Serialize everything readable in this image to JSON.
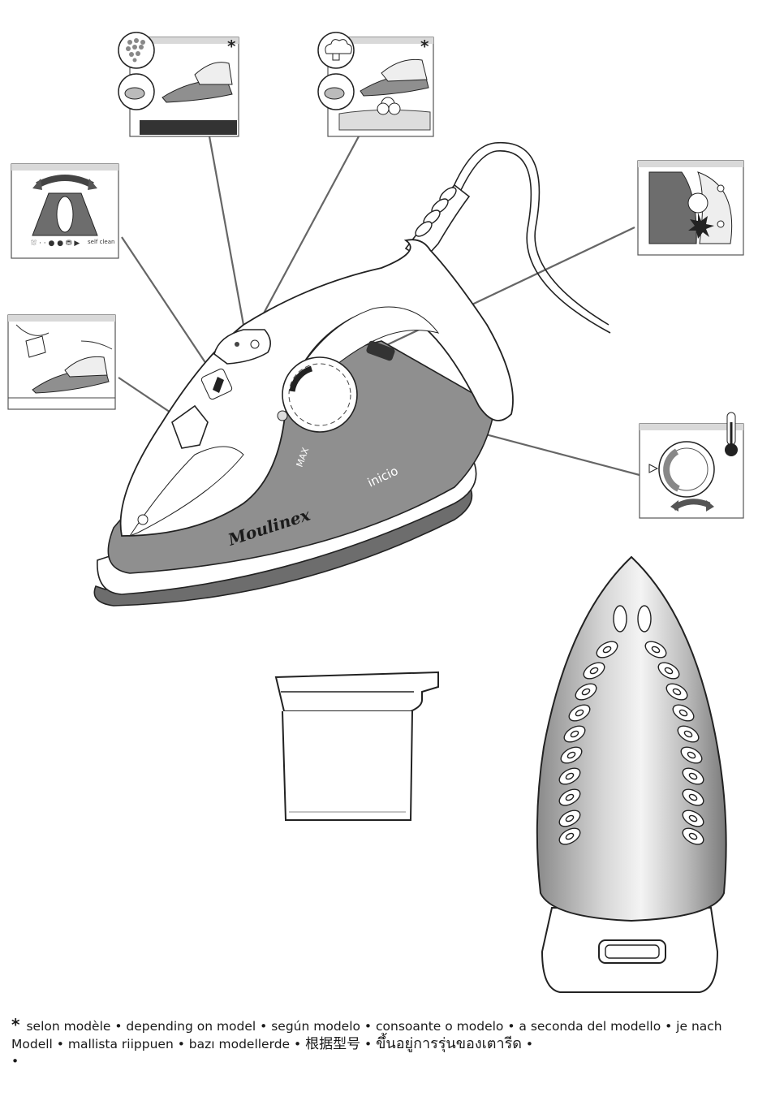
{
  "iron": {
    "brand": "Moulinex",
    "max_label": "MAX",
    "model_label": "inicio"
  },
  "panels": {
    "spray_marker": "*",
    "steam_marker": "*",
    "steam_selector_label": "self clean"
  },
  "footer": {
    "marker": "*",
    "line1": "selon modèle • depending on model • según modelo • consoante o modelo • a seconda del modello • je nach",
    "line2_a": "Modell  •  mallista  riippuen  •  bazı  modellerde  •",
    "line2_cjk": "根据型号",
    "line2_b": "•",
    "line2_thai": "ขึ้นอยู่การรุ่นของเตารีด",
    "line2_c": "•",
    "line3": "•"
  },
  "colors": {
    "body_gray": "#8f8f8f",
    "dark_gray": "#6d6d6d",
    "outline": "#222222"
  }
}
